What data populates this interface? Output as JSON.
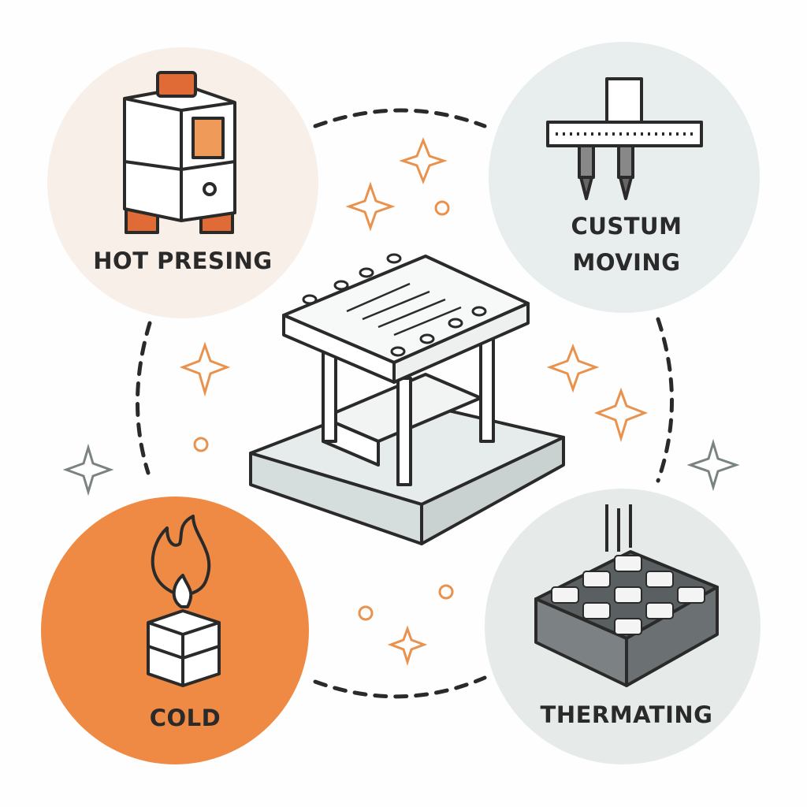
{
  "nodes": [
    {
      "id": "hot-pressing",
      "label": "HOT PRESING",
      "icon": "heater-machine-icon",
      "fill": "#f8efe8"
    },
    {
      "id": "custom-moving",
      "label_line1": "CUSTUM",
      "label_line2": "MOVING",
      "icon": "gantry-nozzle-icon",
      "fill": "#e8eded"
    },
    {
      "id": "cold",
      "label": "COLD",
      "icon": "flame-block-icon",
      "fill": "#ef8a44"
    },
    {
      "id": "thermating",
      "label": "THERMATING",
      "icon": "grid-plate-icon",
      "fill": "#e6ebea"
    }
  ],
  "center": {
    "icon": "press-machine-icon"
  },
  "colors": {
    "accent": "#ef8a44",
    "stroke": "#2a2a2a",
    "sparkle": "#e8924e"
  }
}
